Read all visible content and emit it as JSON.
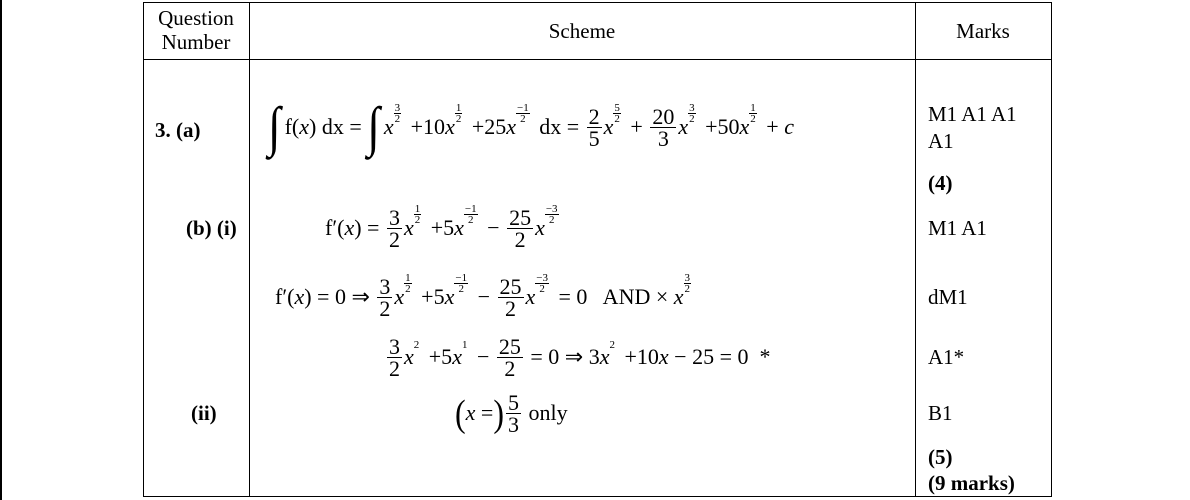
{
  "header": {
    "question_number": [
      "Question",
      "Number"
    ],
    "scheme": "Scheme",
    "marks": "Marks"
  },
  "rows": {
    "a_label": "3. (a)",
    "bi_label": "(b) (i)",
    "ii_label": "(ii)"
  },
  "equations": {
    "a": [
      {
        "s": "∫",
        "int": 1
      },
      {
        "t": "f("
      },
      {
        "i": "x"
      },
      {
        "t": ") dx = "
      },
      {
        "s": "∫",
        "int": 1
      },
      {
        "i": "x"
      },
      {
        "sup": [
          "3",
          "2"
        ]
      },
      {
        "t": " +10"
      },
      {
        "i": "x"
      },
      {
        "sup": [
          "1",
          "2"
        ]
      },
      {
        "t": " +25"
      },
      {
        "i": "x"
      },
      {
        "sup": [
          "−1",
          "2"
        ]
      },
      {
        "t": " dx = "
      },
      {
        "frac": [
          "2",
          "5"
        ]
      },
      {
        "i": "x"
      },
      {
        "sup": [
          "5",
          "2"
        ]
      },
      {
        "t": " + "
      },
      {
        "frac": [
          "20",
          "3"
        ]
      },
      {
        "i": "x"
      },
      {
        "sup": [
          "3",
          "2"
        ]
      },
      {
        "t": " +50"
      },
      {
        "i": "x"
      },
      {
        "sup": [
          "1",
          "2"
        ]
      },
      {
        "t": " + "
      },
      {
        "i": "c"
      }
    ],
    "bi": [
      {
        "t": "f′("
      },
      {
        "i": "x"
      },
      {
        "t": ") = "
      },
      {
        "frac": [
          "3",
          "2"
        ]
      },
      {
        "i": "x"
      },
      {
        "sup": [
          "1",
          "2"
        ]
      },
      {
        "t": " +5"
      },
      {
        "i": "x"
      },
      {
        "sup": [
          "−1",
          "2"
        ]
      },
      {
        "t": " − "
      },
      {
        "frac": [
          "25",
          "2"
        ]
      },
      {
        "i": "x"
      },
      {
        "sup": [
          "−3",
          "2"
        ]
      }
    ],
    "b2": [
      {
        "t": "f′("
      },
      {
        "i": "x"
      },
      {
        "t": ") = 0 ⇒ "
      },
      {
        "frac": [
          "3",
          "2"
        ]
      },
      {
        "i": "x"
      },
      {
        "sup": [
          "1",
          "2"
        ]
      },
      {
        "t": " +5"
      },
      {
        "i": "x"
      },
      {
        "sup": [
          "−1",
          "2"
        ]
      },
      {
        "t": " − "
      },
      {
        "frac": [
          "25",
          "2"
        ]
      },
      {
        "i": "x"
      },
      {
        "sup": [
          "−3",
          "2"
        ]
      },
      {
        "t": " = 0   AND × "
      },
      {
        "i": "x"
      },
      {
        "sup": [
          "3",
          "2"
        ]
      }
    ],
    "b3": [
      {
        "frac": [
          "3",
          "2"
        ]
      },
      {
        "i": "x"
      },
      {
        "sm": "2"
      },
      {
        "t": " +5"
      },
      {
        "i": "x"
      },
      {
        "sm": "1"
      },
      {
        "t": " − "
      },
      {
        "frac": [
          "25",
          "2"
        ]
      },
      {
        "t": " = 0 ⇒ 3"
      },
      {
        "i": "x"
      },
      {
        "sm": "2"
      },
      {
        "t": " +10"
      },
      {
        "i": "x"
      },
      {
        "t": " − 25 = 0  *"
      }
    ],
    "ii": [
      {
        "s": "(",
        "par": 1
      },
      {
        "i": "x"
      },
      {
        "t": " ="
      },
      {
        "s": ")",
        "par": 1
      },
      {
        "frac": [
          "5",
          "3"
        ]
      },
      {
        "t": " only"
      }
    ]
  },
  "marks": {
    "a1": "M1 A1 A1",
    "a2": "A1",
    "a_total": "(4)",
    "bi": "M1 A1",
    "b2": "dM1",
    "b3": "A1*",
    "ii": "B1",
    "b_total": "(5)",
    "total": "(9 marks)"
  }
}
